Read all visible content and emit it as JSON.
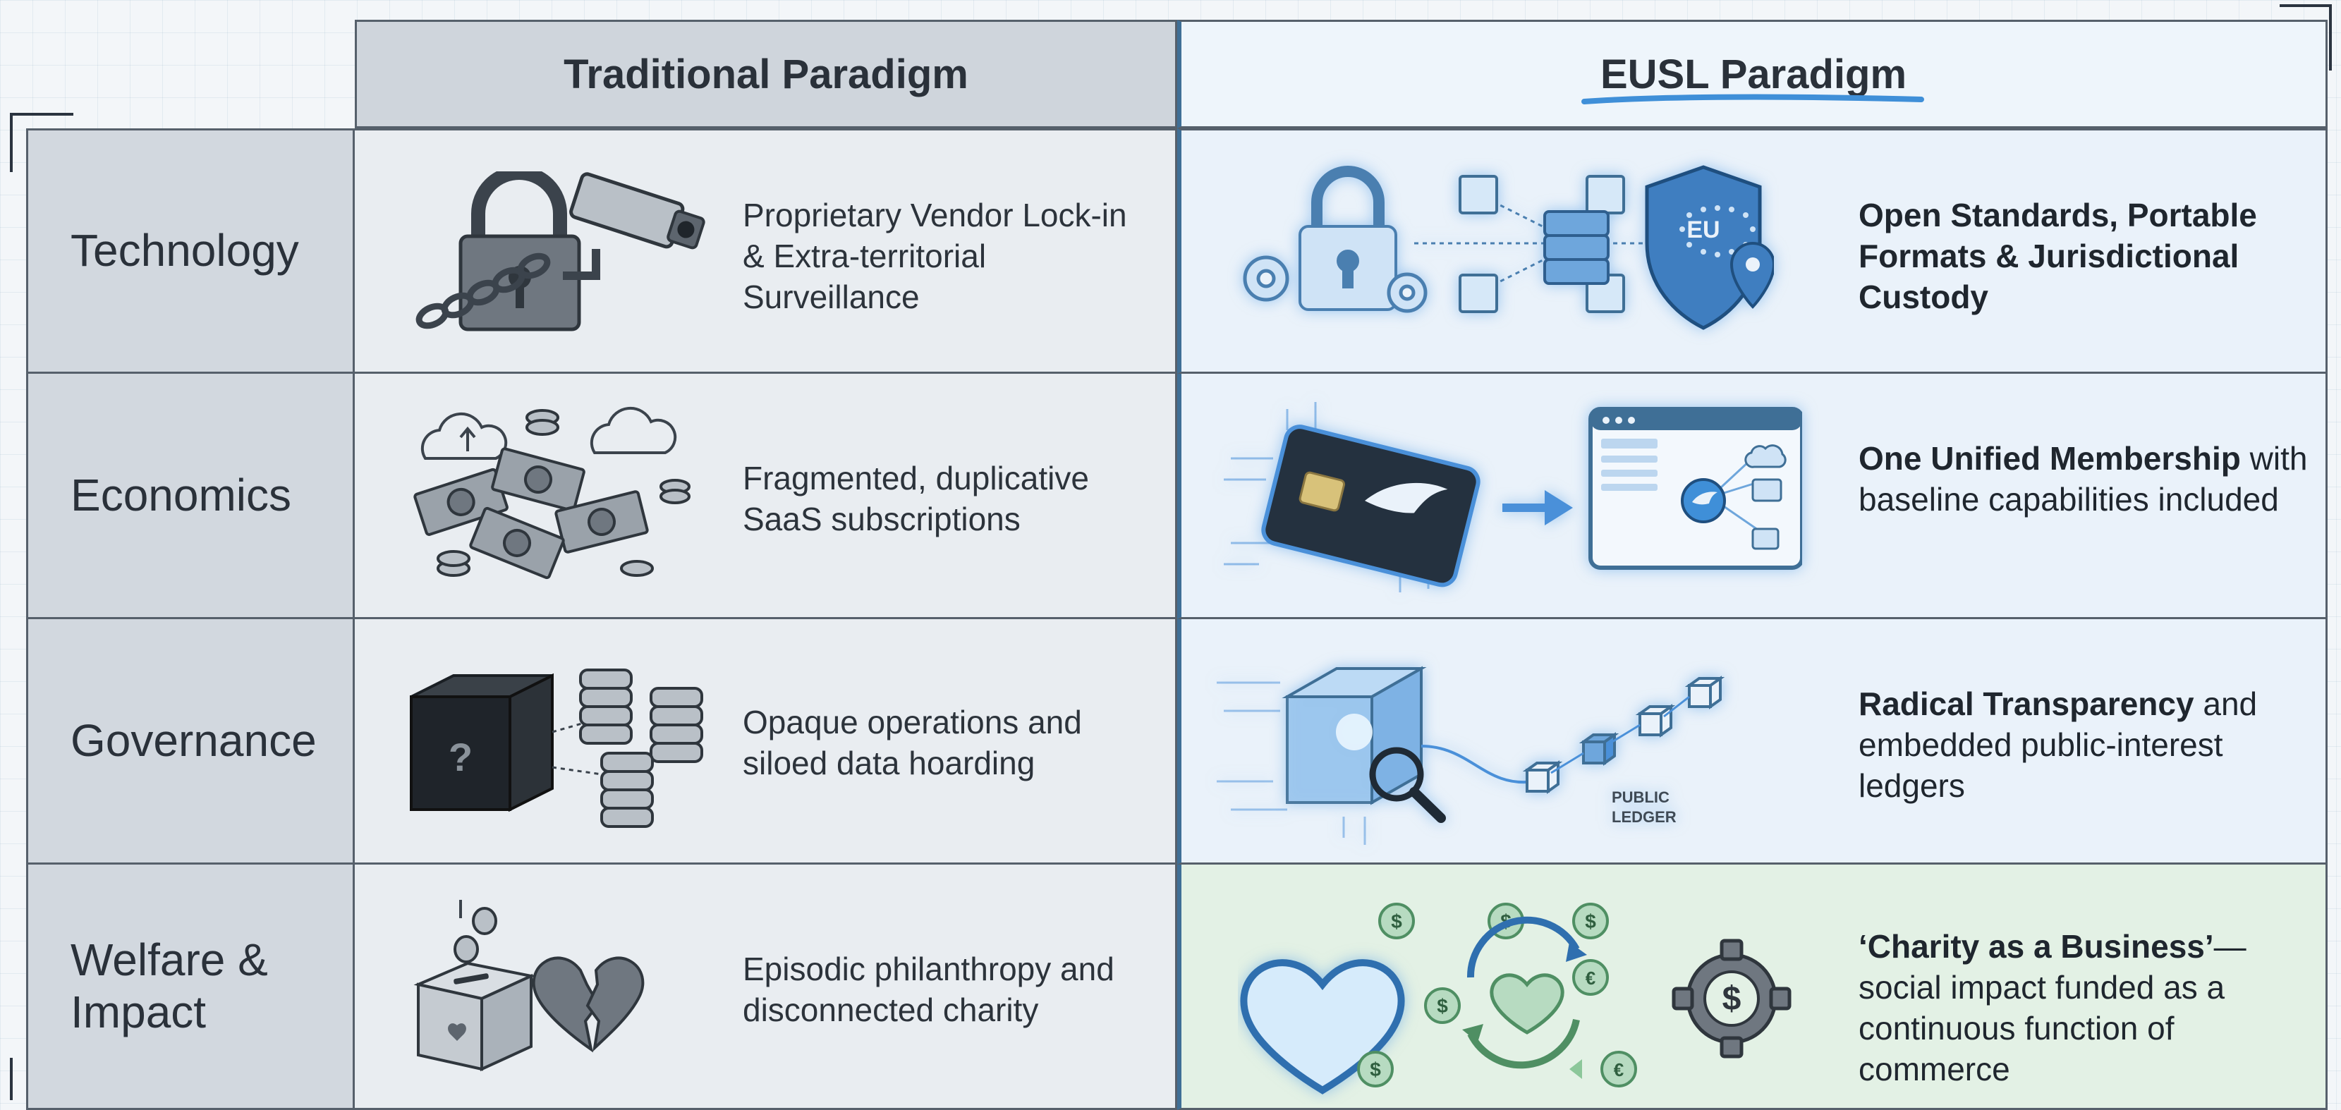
{
  "headers": {
    "traditional": "Traditional Paradigm",
    "eusl": "EUSL Paradigm"
  },
  "rows": [
    {
      "label": "Technology",
      "traditional": "Proprietary Vendor Lock-in & Extra-territorial Surveillance",
      "eusl_bold": "Open Standards, Portable Formats & Jurisdictional Custody",
      "eusl_rest": "",
      "icon_text": "EU"
    },
    {
      "label": "Economics",
      "traditional": "Fragmented, duplicative SaaS subscriptions",
      "eusl_bold": "One Unified Membership",
      "eusl_rest": " with baseline capabilities included"
    },
    {
      "label": "Governance",
      "traditional": "Opaque operations and siloed data hoarding",
      "eusl_bold": "Radical Transparency",
      "eusl_rest": " and embedded public-interest ledgers",
      "icon_text": "PUBLIC LEDGER",
      "icon_text_line1": "PUBLIC",
      "icon_text_line2": "LEDGER",
      "box_mark": "?"
    },
    {
      "label": "Welfare & Impact",
      "label_line1": "Welfare &",
      "label_line2": "Impact",
      "traditional": "Episodic philanthropy and disconnected charity",
      "eusl_bold": "‘Charity as a Business’",
      "eusl_rest": "—social impact funded as a continuous function of commerce",
      "coin_dollar": "$",
      "coin_euro": "€"
    }
  ],
  "colors": {
    "accent_blue": "#3f8fd8",
    "welfare_green": "#e3f1e5",
    "header_grey": "#cfd5dc"
  },
  "icons": {
    "technology_traditional": [
      "padlock-icon",
      "chain-icon",
      "surveillance-camera-icon"
    ],
    "technology_eusl": [
      "padlock-icon",
      "gear-icon",
      "network-cubes-icon",
      "eu-shield-icon",
      "location-pin-icon"
    ],
    "economics_traditional": [
      "cloud-icon",
      "banknote-icon",
      "coin-stack-icon"
    ],
    "economics_eusl": [
      "membership-card-icon",
      "arrow-right-icon",
      "dashboard-window-icon"
    ],
    "governance_traditional": [
      "black-box-icon",
      "database-icon"
    ],
    "governance_eusl": [
      "glass-cube-icon",
      "magnifier-icon",
      "ledger-blocks-icon"
    ],
    "welfare_traditional": [
      "donation-box-icon",
      "broken-heart-icon"
    ],
    "welfare_eusl": [
      "heart-icon",
      "coin-icon",
      "gear-dollar-icon",
      "cycle-arrows-icon"
    ]
  }
}
